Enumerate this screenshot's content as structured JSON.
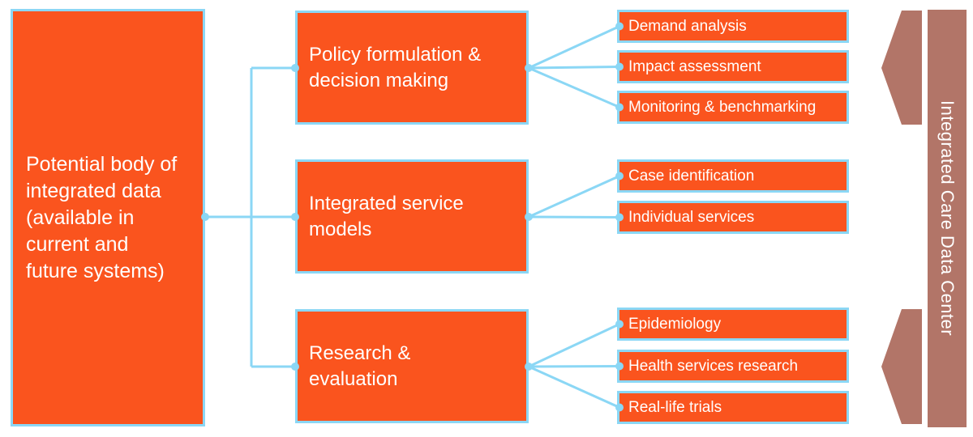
{
  "colors": {
    "orange": "#FA541E",
    "line_blue": "#8BD7F5",
    "brown": "#B27568",
    "text_white": "#FFFFFF"
  },
  "source_box": {
    "text": "Potential body of\nintegrated data\n(available in\ncurrent and\nfuture systems)"
  },
  "groups": [
    {
      "hub": "Policy formulation &\ndecision making",
      "leaves": [
        "Demand analysis",
        "Impact assessment",
        "Monitoring & benchmarking"
      ]
    },
    {
      "hub": "Integrated service\nmodels",
      "leaves": [
        "Case identification",
        "Individual services"
      ]
    },
    {
      "hub": "Research &\nevaluation",
      "leaves": [
        "Epidemiology",
        "Health services research",
        "Real-life trials"
      ]
    }
  ],
  "side_bar": {
    "label": "Integrated Care Data Center"
  }
}
